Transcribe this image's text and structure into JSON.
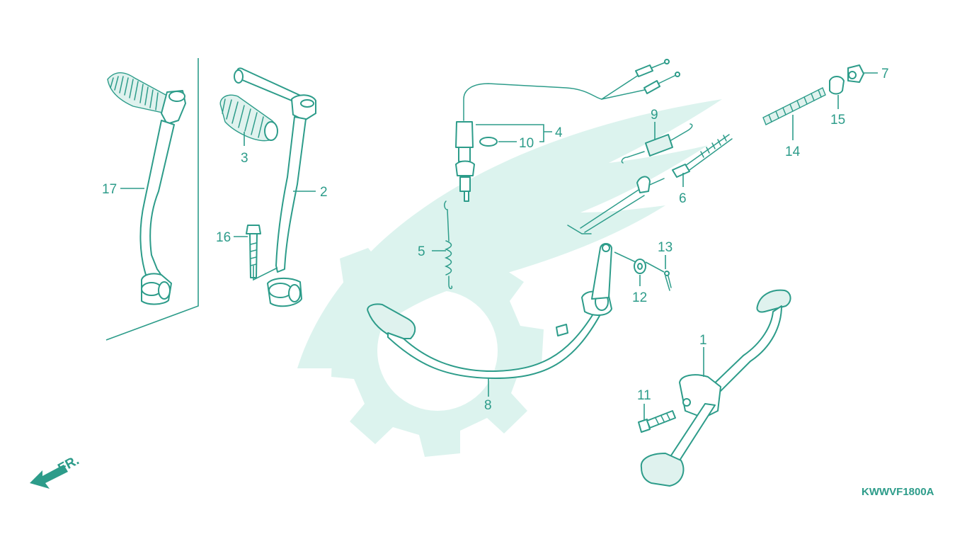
{
  "diagram": {
    "code": "KWWVF1800A",
    "direction_label": "FR.",
    "accent_color": "#2d9c8a",
    "watermark_color": "#dcf3ee",
    "callouts": [
      "1",
      "2",
      "3",
      "4",
      "5",
      "6",
      "7",
      "8",
      "9",
      "10",
      "11",
      "12",
      "13",
      "14",
      "15",
      "16",
      "17"
    ]
  }
}
